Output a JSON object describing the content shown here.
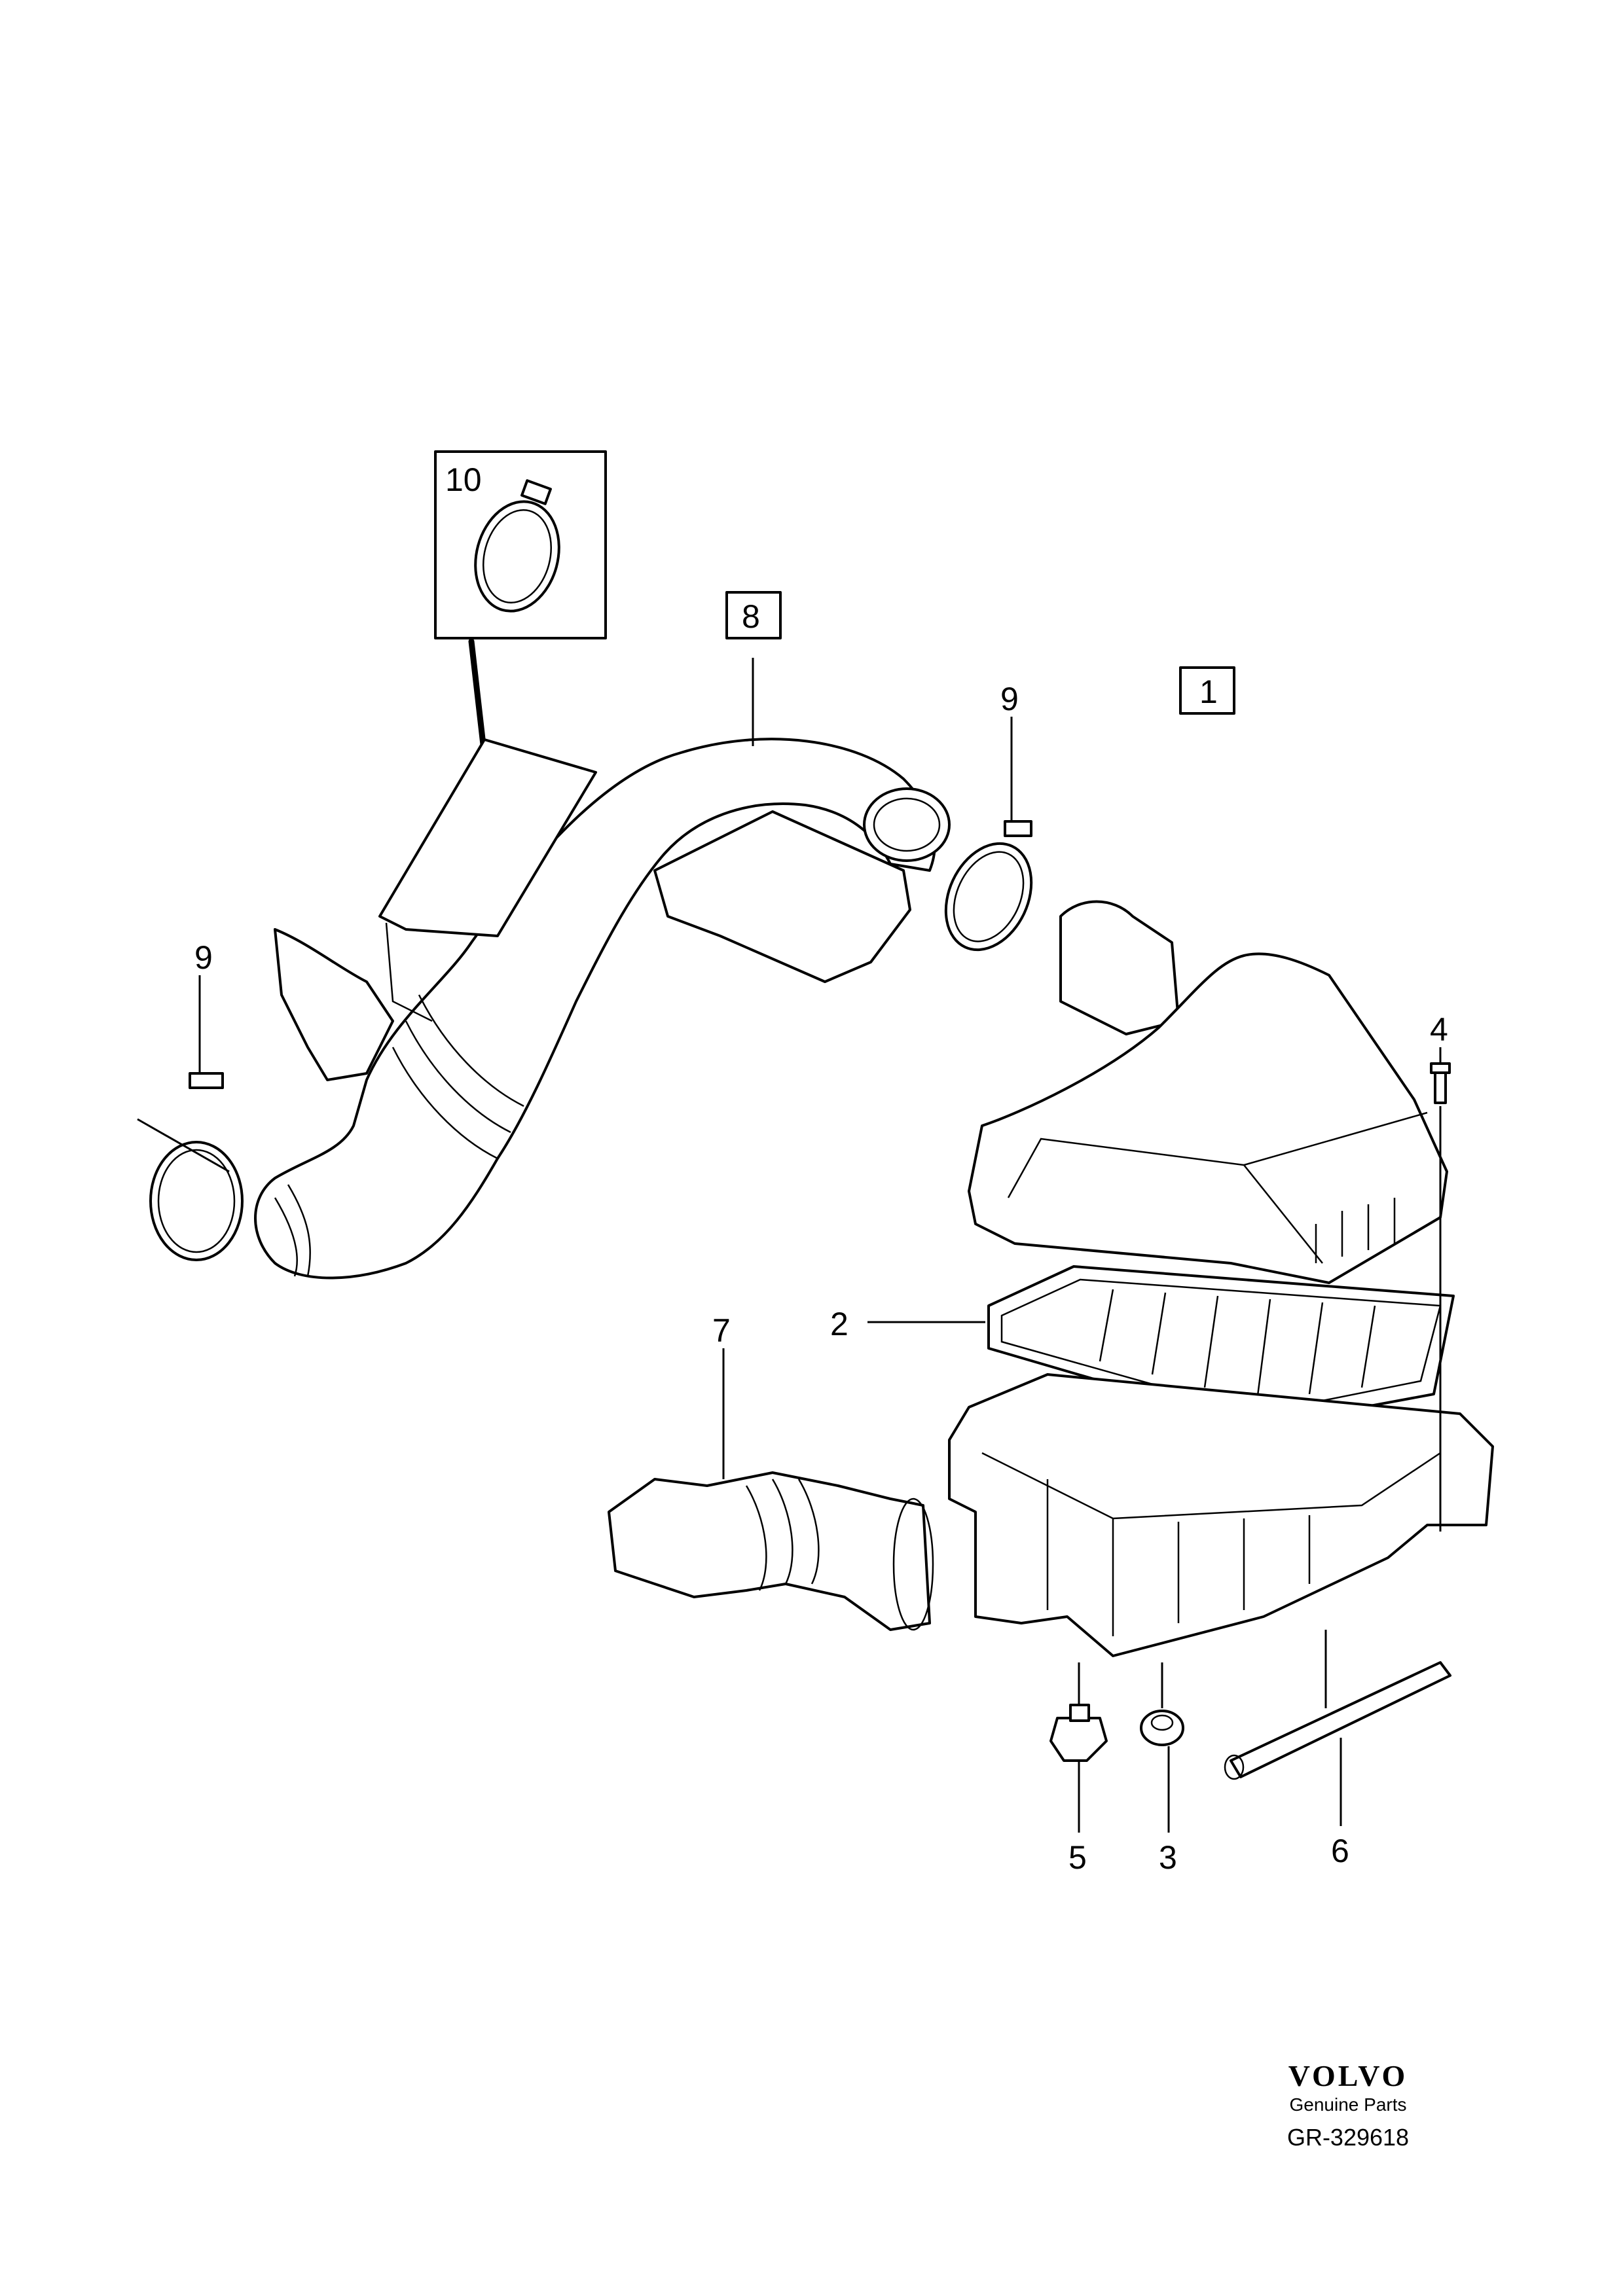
{
  "callouts": {
    "c1": "1",
    "c2": "2",
    "c3": "3",
    "c4": "4",
    "c5": "5",
    "c6": "6",
    "c7": "7",
    "c8": "8",
    "c9_right": "9",
    "c9_left": "9",
    "c10": "10"
  },
  "footer": {
    "brand": "VOLVO",
    "tagline": "Genuine Parts",
    "drawing_number": "GR-329618"
  }
}
